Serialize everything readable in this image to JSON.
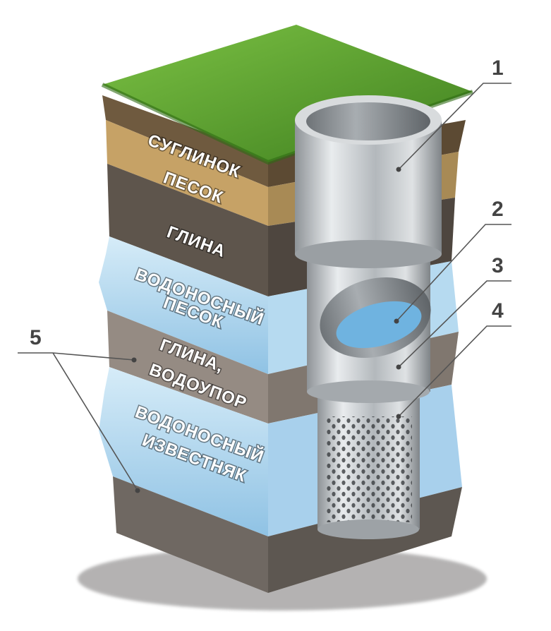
{
  "layers": [
    {
      "id": "loam",
      "text": "СУГЛИНОК"
    },
    {
      "id": "sand",
      "text": "ПЕСОК"
    },
    {
      "id": "clay",
      "text": "ГЛИНА"
    },
    {
      "id": "aquifer_sand",
      "lines": [
        "ВОДОНОСНЫЙ",
        "ПЕСОК"
      ]
    },
    {
      "id": "clay_aquitard",
      "lines": [
        "ГЛИНА,",
        "ВОДОУПОР"
      ]
    },
    {
      "id": "aquifer_limestone",
      "lines": [
        "ВОДОНОСНЫЙ",
        "ИЗВЕСТНЯК"
      ]
    }
  ],
  "callouts": [
    "1",
    "2",
    "3",
    "4",
    "5"
  ],
  "colors": {
    "grass": "#5a9a2e",
    "loam": "#8a7452",
    "sand": "#c8a868",
    "clay": "#6a5e52",
    "water": "#a9d3ec",
    "aquitard": "#9c928a",
    "limestone_water": "#9cc8e8",
    "bedrock": "#7d766f",
    "steel": "#c9ccce",
    "leader_line": "#555555"
  }
}
